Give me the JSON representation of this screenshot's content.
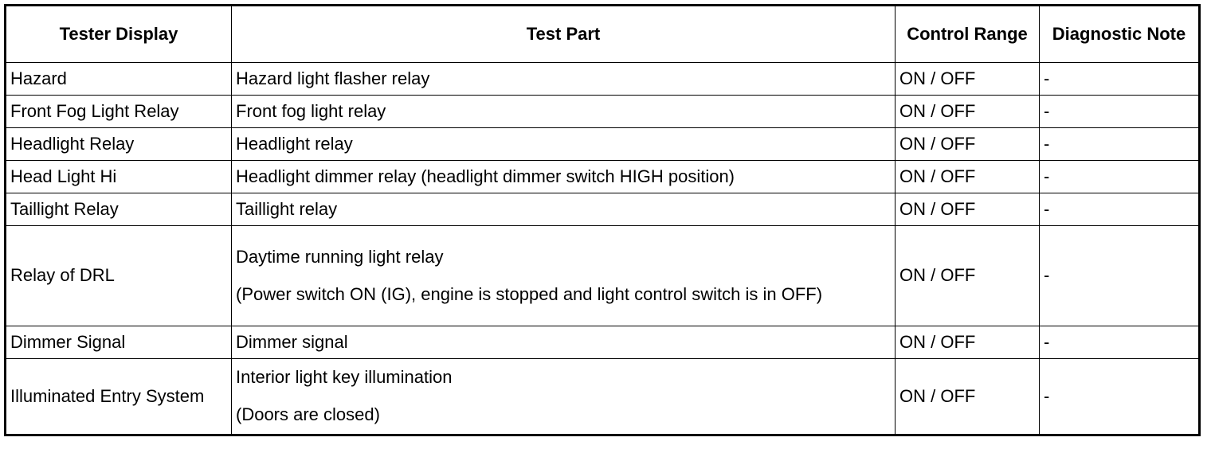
{
  "table": {
    "headers": {
      "tester_display": "Tester Display",
      "test_part": "Test Part",
      "control_range": "Control Range",
      "diagnostic_note": "Diagnostic Note"
    },
    "rows": [
      {
        "tester_display": "Hazard",
        "test_part": "Hazard light flasher relay",
        "test_part_note": "",
        "control_range": "ON / OFF",
        "diagnostic_note": "-"
      },
      {
        "tester_display": "Front Fog Light Relay",
        "test_part": "Front fog light relay",
        "test_part_note": "",
        "control_range": "ON / OFF",
        "diagnostic_note": "-"
      },
      {
        "tester_display": "Headlight Relay",
        "test_part": "Headlight relay",
        "test_part_note": "",
        "control_range": "ON / OFF",
        "diagnostic_note": "-"
      },
      {
        "tester_display": "Head Light Hi",
        "test_part": "Headlight dimmer relay (headlight dimmer switch HIGH position)",
        "test_part_note": "",
        "control_range": "ON / OFF",
        "diagnostic_note": "-"
      },
      {
        "tester_display": "Taillight Relay",
        "test_part": "Taillight relay",
        "test_part_note": "",
        "control_range": "ON / OFF",
        "diagnostic_note": "-"
      },
      {
        "tester_display": "Relay of DRL",
        "test_part": "Daytime running light relay",
        "test_part_note": "(Power switch ON (IG), engine is stopped and light control switch is in OFF)",
        "control_range": "ON / OFF",
        "diagnostic_note": "-"
      },
      {
        "tester_display": "Dimmer Signal",
        "test_part": "Dimmer signal",
        "test_part_note": "",
        "control_range": "ON / OFF",
        "diagnostic_note": "-"
      },
      {
        "tester_display": "Illuminated Entry System",
        "test_part": "Interior light key illumination",
        "test_part_note": "(Doors are closed)",
        "control_range": "ON / OFF",
        "diagnostic_note": "-"
      }
    ]
  }
}
